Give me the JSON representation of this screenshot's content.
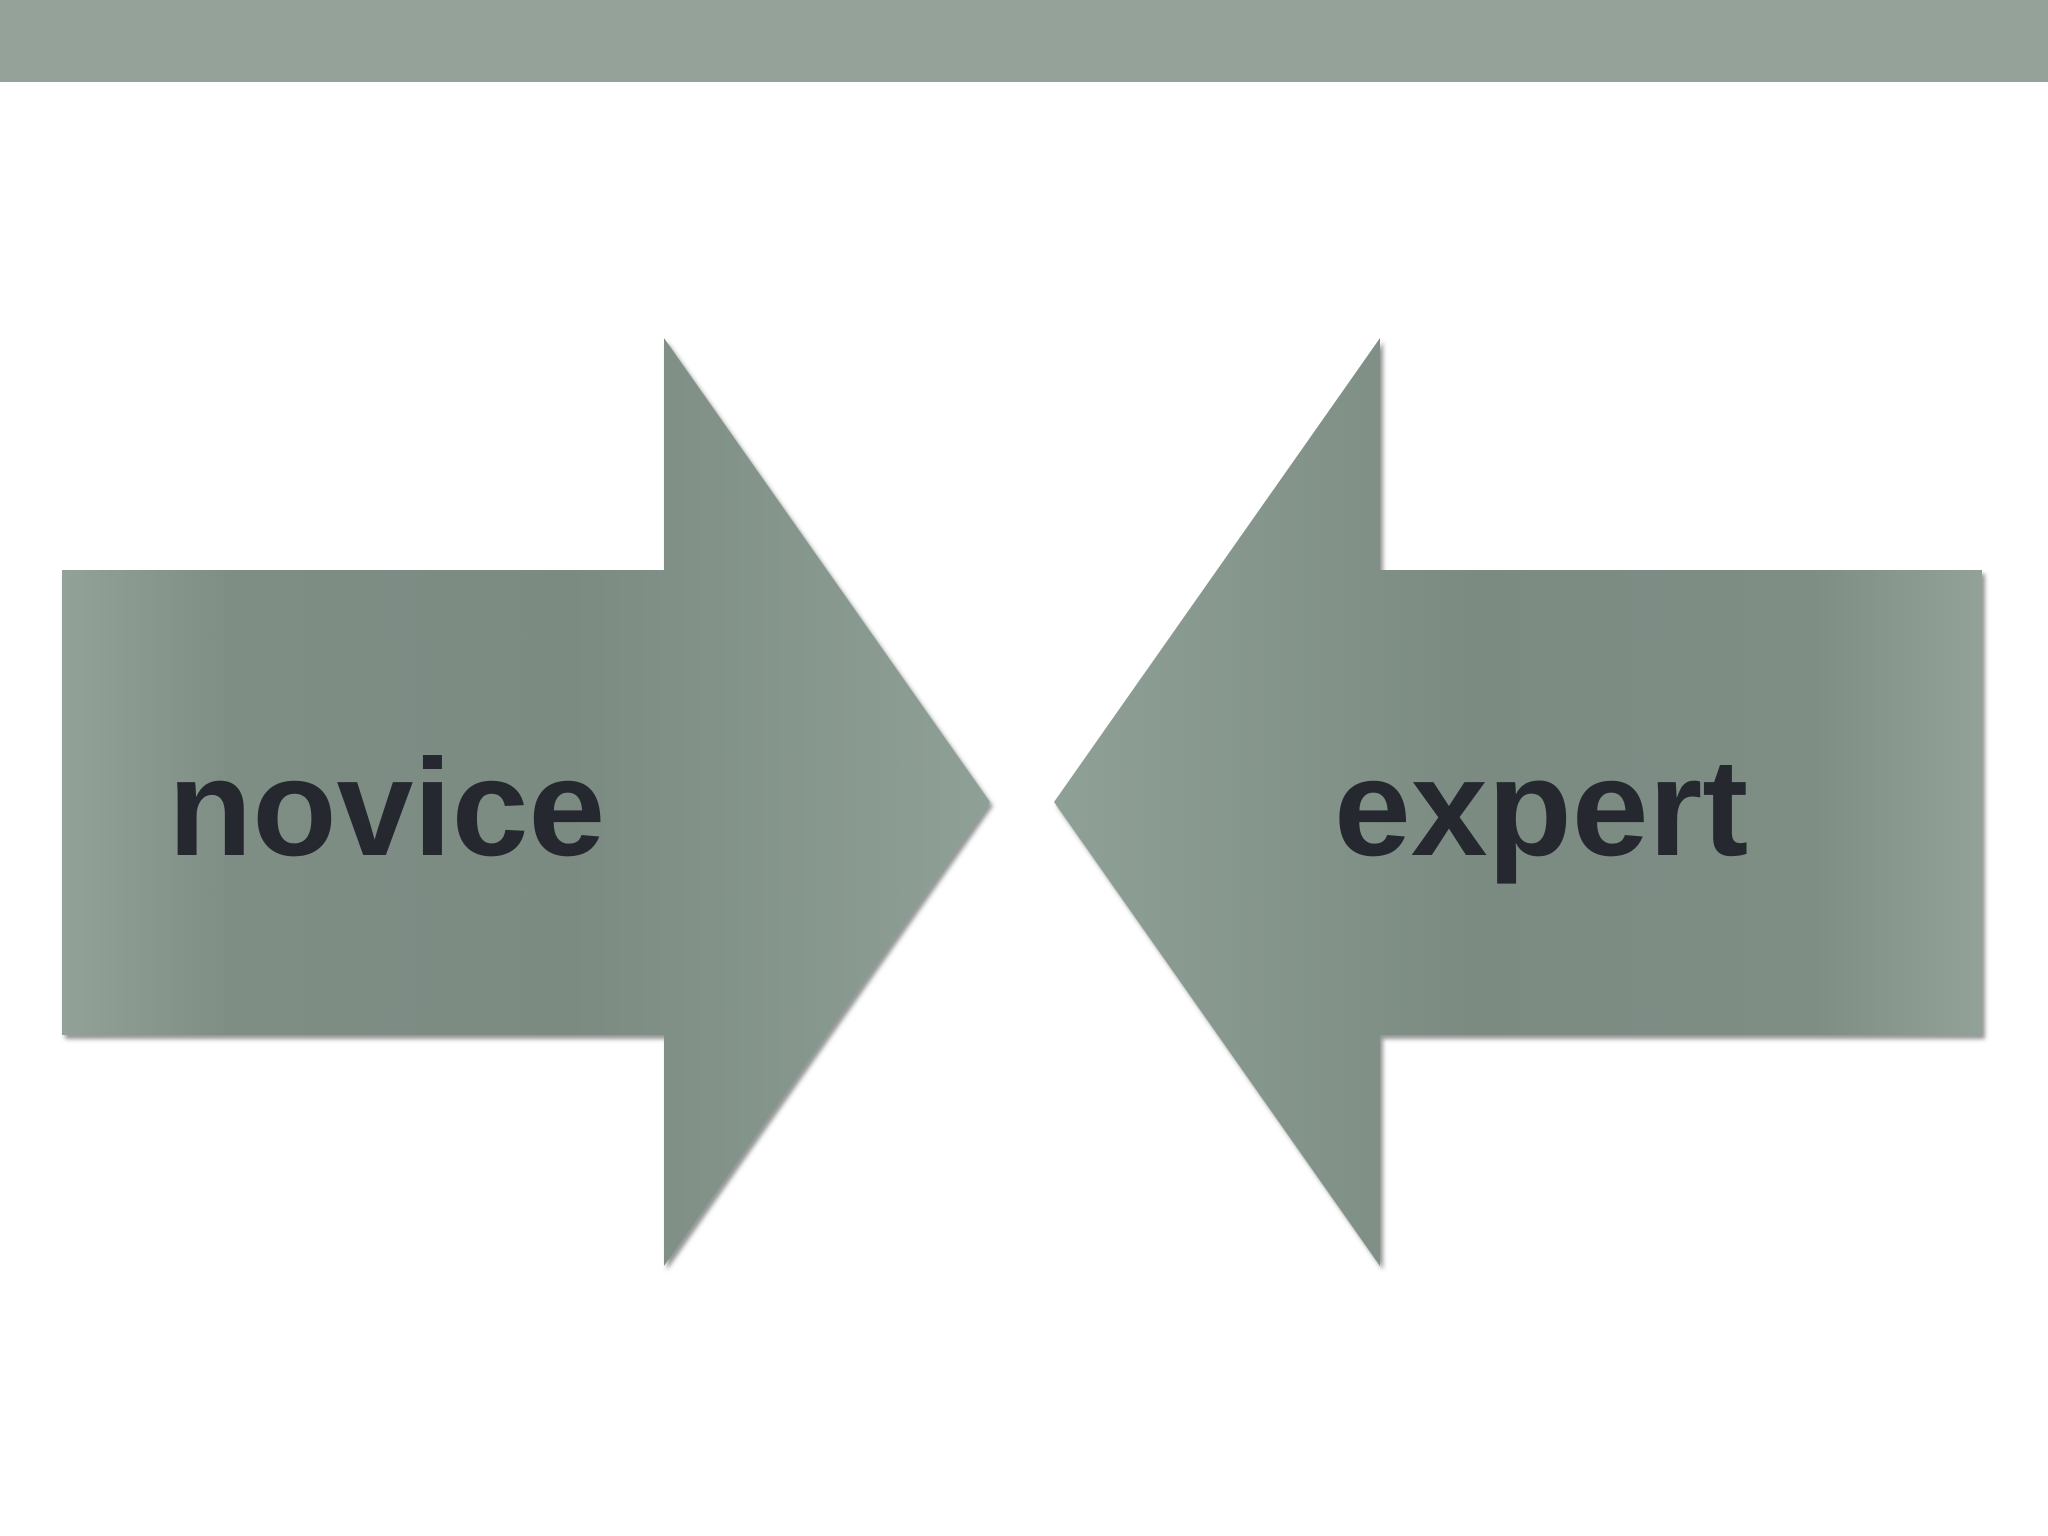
{
  "colors": {
    "band": "#94a299",
    "arrow_center": "#7b8b82",
    "arrow_edge": "#92a298",
    "text": "#262830",
    "background": "#ffffff"
  },
  "diagram": {
    "left_arrow": {
      "label": "novice",
      "direction": "right"
    },
    "right_arrow": {
      "label": "expert",
      "direction": "left"
    }
  }
}
